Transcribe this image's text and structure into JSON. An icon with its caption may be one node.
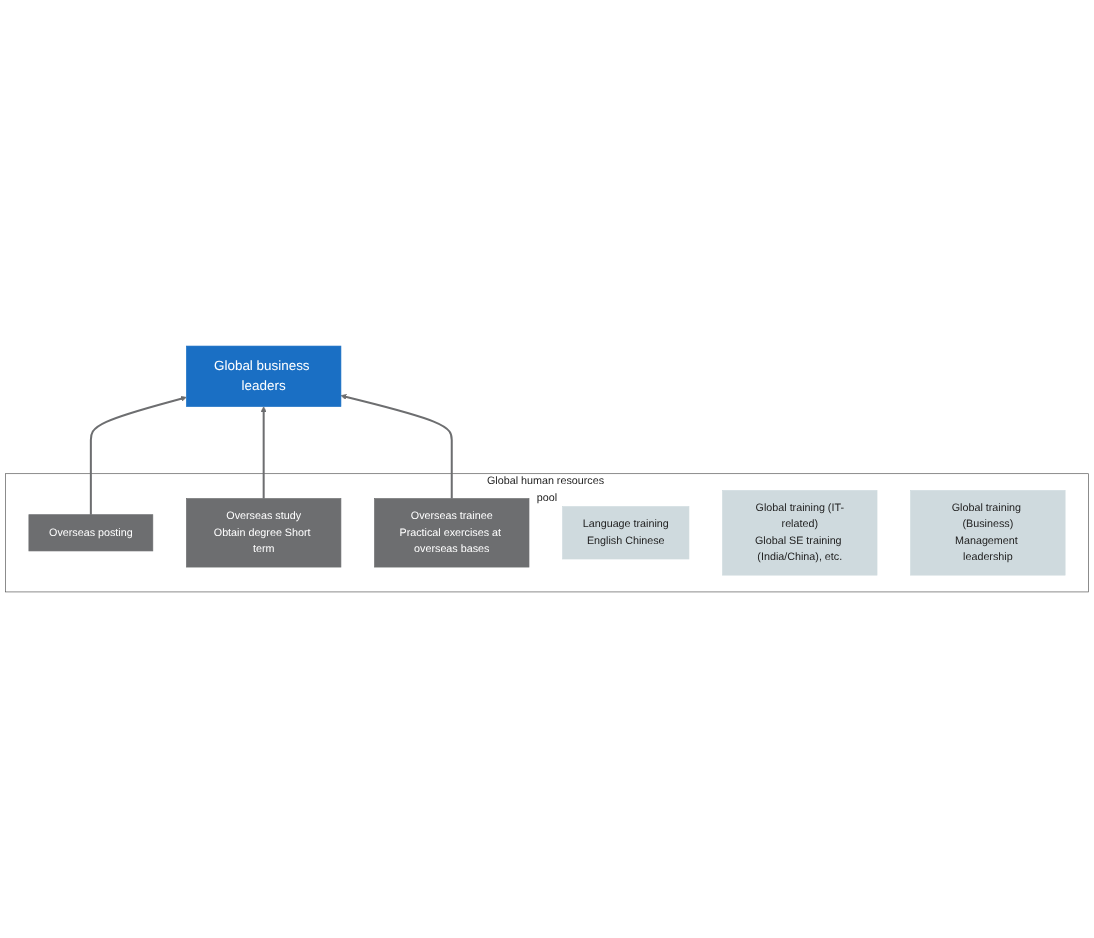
{
  "diagram": {
    "nodes": [
      {
        "text": [
          "Global business leaders"
        ]
      },
      {
        "text": [
          "Global human resources pool"
        ]
      },
      {
        "text": [
          "Overseas posting"
        ],
        "in": 1
      },
      {
        "text": [
          "Overseas study",
          "Obtain degree Short term"
        ],
        "in": 1
      },
      {
        "text": [
          "Overseas trainee",
          "Practical exercises at overseas bases"
        ],
        "in": 1
      },
      {
        "text": [
          "Language training",
          "English Chinese"
        ],
        "in": 1
      },
      {
        "text": [
          "Global training (IT-related)",
          "Global SE training (India/China), etc."
        ],
        "in": 1
      },
      {
        "text": [
          "Global training (Business)",
          "Management leadership"
        ],
        "in": 1
      }
    ],
    "edges": [
      {
        "from": 2,
        "to": 0,
        "arrow": "to"
      },
      {
        "from": 3,
        "to": 0,
        "arrow": "to"
      },
      {
        "from": 4,
        "to": 0,
        "arrow": "to"
      }
    ]
  }
}
